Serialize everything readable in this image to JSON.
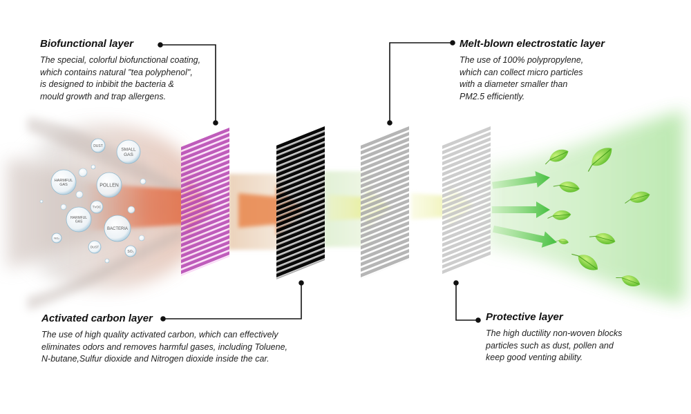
{
  "layers": [
    {
      "id": "bio",
      "title": "Biofunctional layer",
      "body": "The special, colorful biofunctional coating,\nwhich contains natural \"tea polyphenol\",\n is designed to inbibit the bacteria &\nmould growth and trap allergens.",
      "color": "#e070d8"
    },
    {
      "id": "carbon",
      "title": "Activated carbon layer",
      "body": "The use of high quality activated carbon, which can effectively\neliminates odors and removes harmful gases, including Toluene,\nN-butane,Sulfur dioxide and Nitrogen dioxide inside the car.",
      "color": "#151515"
    },
    {
      "id": "melt",
      "title": "Melt-blown electrostatic layer",
      "body": "The use of 100% polypropylene,\nwhich can collect micro particles\nwith a diameter smaller than\nPM2.5 efficiently.",
      "color": "#d8d8d8"
    },
    {
      "id": "prot",
      "title": "Protective layer",
      "body": "The high ductility non-woven blocks\nparticles such as dust, pollen and\nkeep good venting ability.",
      "color": "#e8e8e8"
    }
  ],
  "pollutants": [
    {
      "label": "DUST"
    },
    {
      "label": "SMALL\nGAS"
    },
    {
      "label": "HARMFUL\nGAS"
    },
    {
      "label": "POLLEN"
    },
    {
      "label": "TVOC"
    },
    {
      "label": "HARMFUL\nGAS"
    },
    {
      "label": "BACTERIA"
    },
    {
      "label": "DUST"
    },
    {
      "label": "SO₂"
    },
    {
      "label": "NO₂"
    }
  ],
  "colors": {
    "inflow": "#e4714a",
    "clean": "#4dc23a",
    "filtered": "#e8ec8a",
    "leaf": "#6ccc2c"
  }
}
